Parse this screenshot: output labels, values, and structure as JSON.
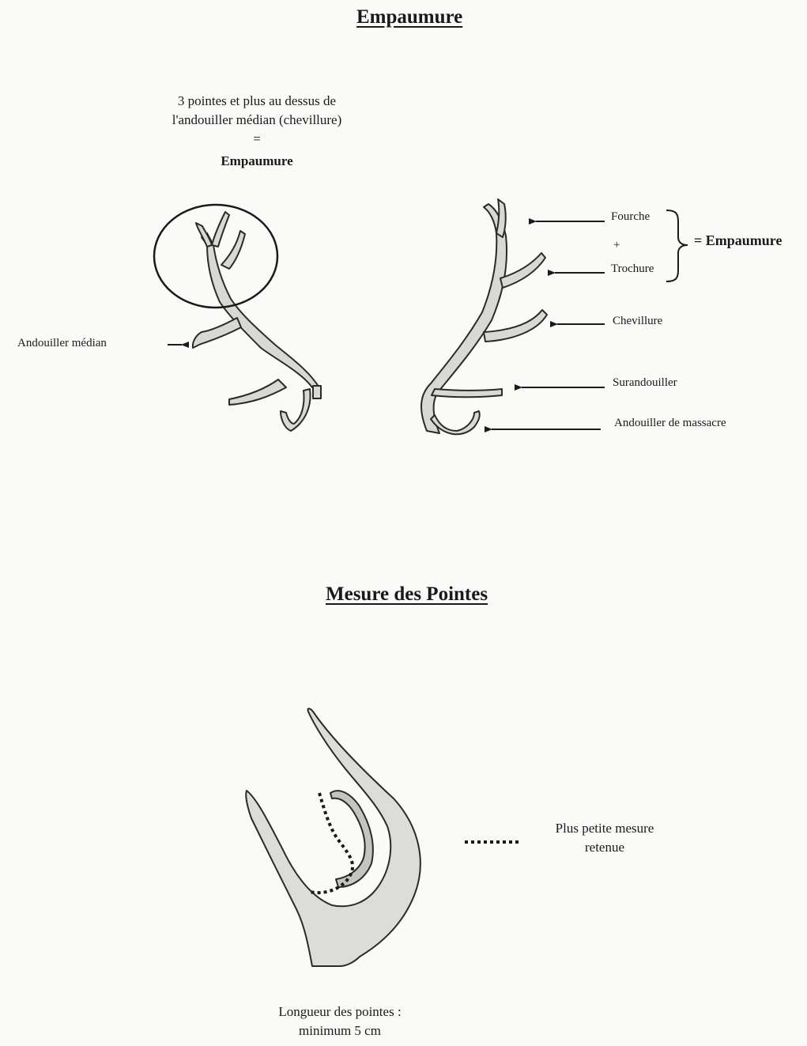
{
  "titles": {
    "top": "Empaumure",
    "middle": "Mesure des Pointes"
  },
  "definition": {
    "line1": "3 pointes et plus au dessus de",
    "line2": "l'andouiller médian (chevillure)",
    "equals": "=",
    "term": "Empaumure"
  },
  "left_antler": {
    "label": "Andouiller médian"
  },
  "right_antler": {
    "labels": {
      "fourche": "Fourche",
      "plus": "+",
      "trochure": "Trochure",
      "empaumure": "= Empaumure",
      "chevillure": "Chevillure",
      "surandouiller": "Surandouiller",
      "massacre": "Andouiller de massacre"
    }
  },
  "measure": {
    "legend_line1": "Plus petite mesure",
    "legend_line2": "retenue",
    "caption_line1": "Longueur des pointes :",
    "caption_line2": "minimum 5 cm"
  }
}
